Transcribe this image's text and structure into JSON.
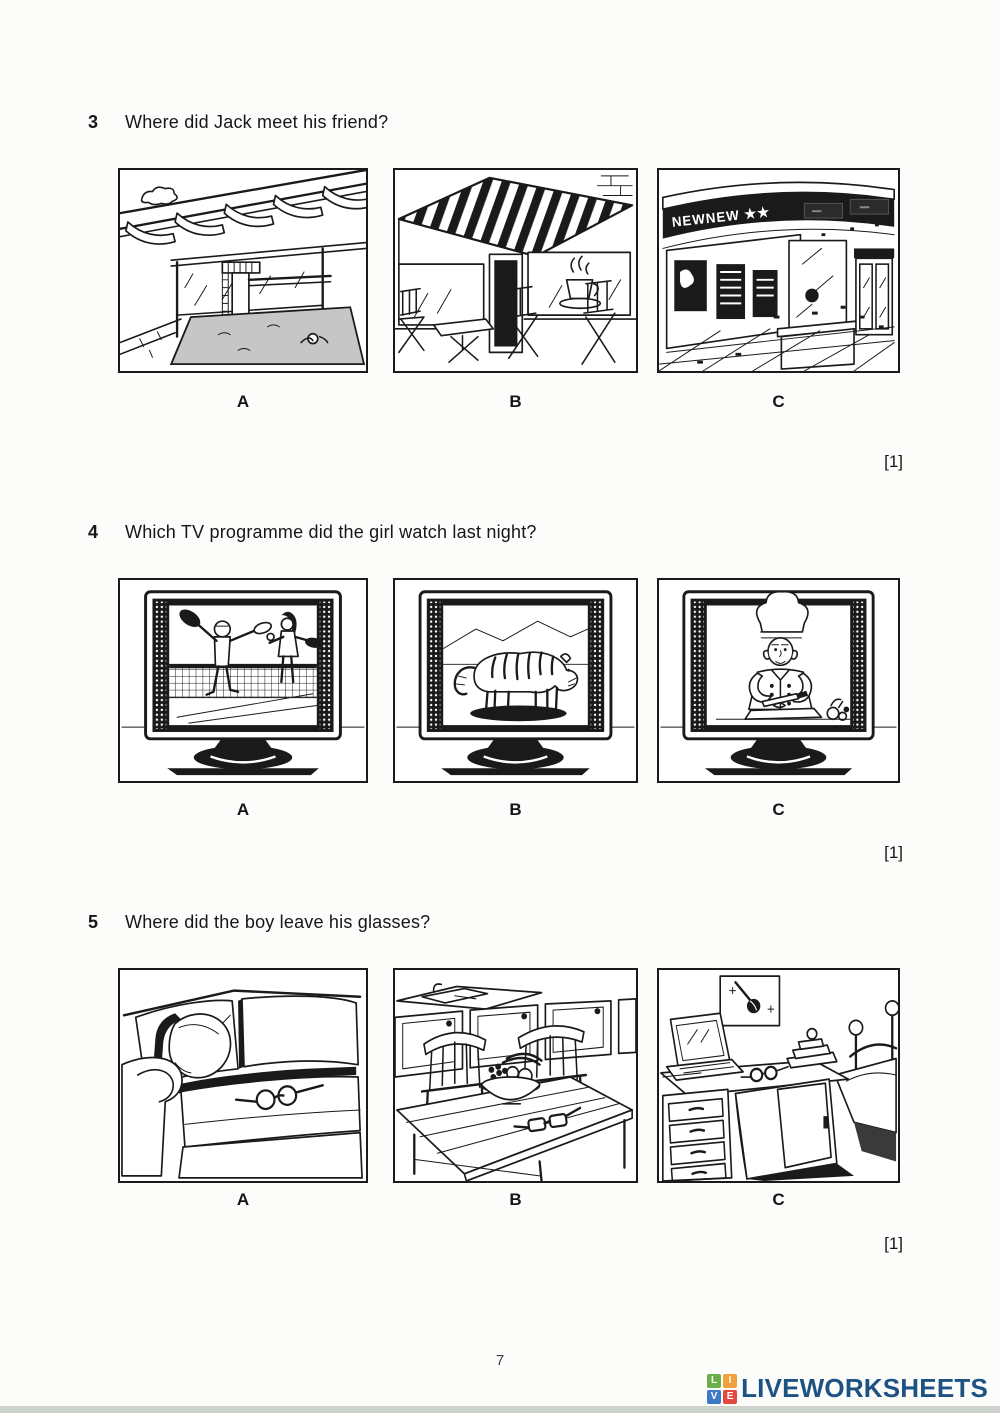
{
  "questions": [
    {
      "number": "3",
      "text": "Where did Jack meet his friend?",
      "marks": "[1]",
      "options": [
        {
          "label": "A",
          "scene": "indoor-swimming-pool"
        },
        {
          "label": "B",
          "scene": "cafe-terrace"
        },
        {
          "label": "C",
          "scene": "cinema-lobby",
          "marquee_text": "NEWNEW ★★"
        }
      ]
    },
    {
      "number": "4",
      "text": "Which TV programme did the girl watch last night?",
      "marks": "[1]",
      "options": [
        {
          "label": "A",
          "scene": "tv-tennis-match"
        },
        {
          "label": "B",
          "scene": "tv-tiger-documentary"
        },
        {
          "label": "C",
          "scene": "tv-cooking-show"
        }
      ]
    },
    {
      "number": "5",
      "text": "Where did the boy leave his glasses?",
      "marks": "[1]",
      "options": [
        {
          "label": "A",
          "scene": "sofa-with-glasses"
        },
        {
          "label": "B",
          "scene": "kitchen-table-with-glasses"
        },
        {
          "label": "C",
          "scene": "bedroom-desk-with-glasses"
        }
      ]
    }
  ],
  "footer": {
    "page_number": "7",
    "logo": {
      "text": "LIVEWORKSHEETS",
      "text_color": "#1d5282",
      "tiles": [
        {
          "letter": "L",
          "color": "#6ab04a"
        },
        {
          "letter": "I",
          "color": "#f0a13c"
        },
        {
          "letter": "V",
          "color": "#3e79c7"
        },
        {
          "letter": "E",
          "color": "#e2483d"
        }
      ]
    }
  }
}
